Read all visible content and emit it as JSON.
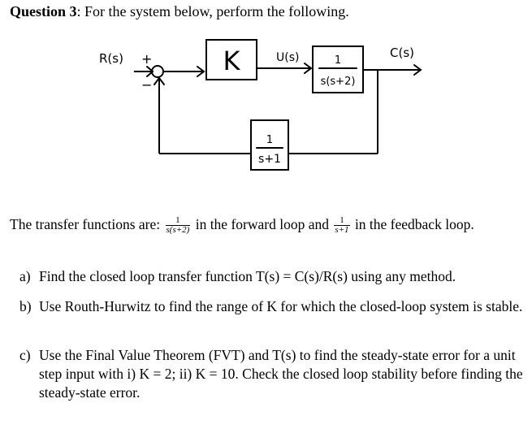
{
  "title": {
    "label": "Question 3",
    "text": ": For the system below, perform the following."
  },
  "diagram": {
    "input_label": "R(s)",
    "plus_sign": "+",
    "minus_sign": "−",
    "gain_label": "K",
    "signal_label": "U(s)",
    "plant_num": "1",
    "plant_den": "s(s+2)",
    "output_label": "C(s)",
    "feedback_num": "1",
    "feedback_den": "s+1"
  },
  "transfer": {
    "prefix": "The transfer functions are:",
    "fwd_num": "1",
    "fwd_den": "s(s+2)",
    "middle": "in the forward loop and",
    "fb_num": "1",
    "fb_den": "s+1",
    "suffix": "in the feedback loop."
  },
  "questions": [
    {
      "label": "a)",
      "text": "Find the closed loop transfer function T(s) = C(s)/R(s) using any method."
    },
    {
      "label": "b)",
      "text": "Use Routh-Hurwitz to find the range of K for which the closed-loop system is stable."
    },
    {
      "label": "c)",
      "text": "Use the Final Value Theorem (FVT) and T(s) to find the steady-state error for a unit step input with i) K = 2; ii) K = 10. Check the closed loop stability before finding the steady-state error."
    }
  ]
}
